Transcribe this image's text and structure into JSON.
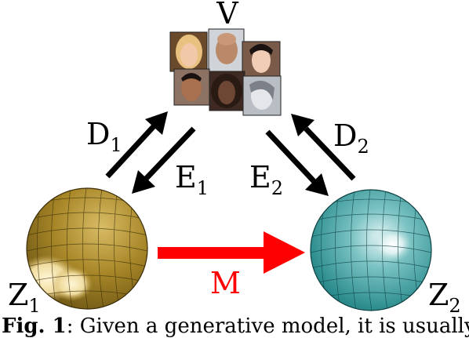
{
  "diagram": {
    "top_label": "V",
    "left_latent": {
      "label": "Z",
      "subscript": "1",
      "color": "#8a7020"
    },
    "right_latent": {
      "label": "Z",
      "subscript": "2",
      "color": "#1f7f80"
    },
    "decoder_left": {
      "label": "D",
      "subscript": "1"
    },
    "encoder_left": {
      "label": "E",
      "subscript": "1"
    },
    "encoder_right": {
      "label": "E",
      "subscript": "2"
    },
    "decoder_right": {
      "label": "D",
      "subscript": "2"
    },
    "mapping": {
      "label": "M",
      "color": "#ff0000"
    },
    "face_thumbnails": [
      "face-photo-blonde-woman",
      "face-photo-bald-man",
      "face-photo-asian-woman",
      "face-photo-smiling-man",
      "face-photo-curly-hair-woman",
      "face-photo-grey-woman"
    ]
  },
  "caption": {
    "prefix": "Fig. 1",
    "text": ": Given a generative model, it is usually"
  }
}
